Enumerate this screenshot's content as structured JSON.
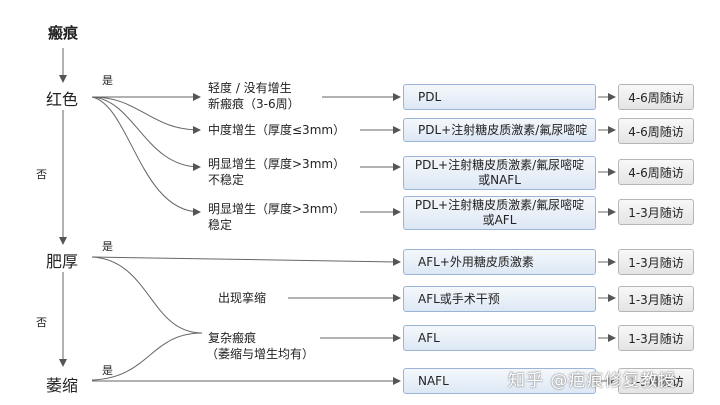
{
  "nodes": {
    "scar": "瘢痕",
    "red": "红色",
    "hypertrophic": "肥厚",
    "atrophic": "萎缩"
  },
  "branch_labels": {
    "red_yes": "是",
    "red_no": "否",
    "hyper_yes": "是",
    "hyper_no": "否",
    "atro_yes": "是"
  },
  "conditions": {
    "c1_line1": "轻度 / 没有增生",
    "c1_line2": "新瘢痕（3-6周）",
    "c2": "中度增生（厚度≤3mm）",
    "c3_line1": "明显增生（厚度>3mm）",
    "c3_line2": "不稳定",
    "c4_line1": "明显增生（厚度>3mm）",
    "c4_line2": "稳定",
    "c5": "出现挛缩",
    "c6_line1": "复杂瘢痕",
    "c6_line2": "（萎缩与增生均有）"
  },
  "treatments": {
    "t1": "PDL",
    "t2": "PDL+注射糖皮质激素/氟尿嘧啶",
    "t3_line1": "PDL+注射糖皮质激素/氟尿嘧啶",
    "t3_line2": "或NAFL",
    "t4_line1": "PDL+注射糖皮质激素/氟尿嘧啶",
    "t4_line2": "或AFL",
    "t5": "AFL+外用糖皮质激素",
    "t6": "AFL或手术干预",
    "t7": "AFL",
    "t8": "NAFL"
  },
  "followups": {
    "f1": "4-6周随访",
    "f2": "4-6周随访",
    "f3": "4-6周随访",
    "f4": "1-3月随访",
    "f5": "1-3月随访",
    "f6": "1-3月随访",
    "f7": "1-3月随访",
    "f8": "1-3月随访"
  },
  "watermark": "知乎 @疤痕修复教授",
  "colors": {
    "treatment_border": "#9bb4d6",
    "treatment_fill": "#dde8f5",
    "followup_border": "#b5b5b5",
    "line": "#666666"
  }
}
